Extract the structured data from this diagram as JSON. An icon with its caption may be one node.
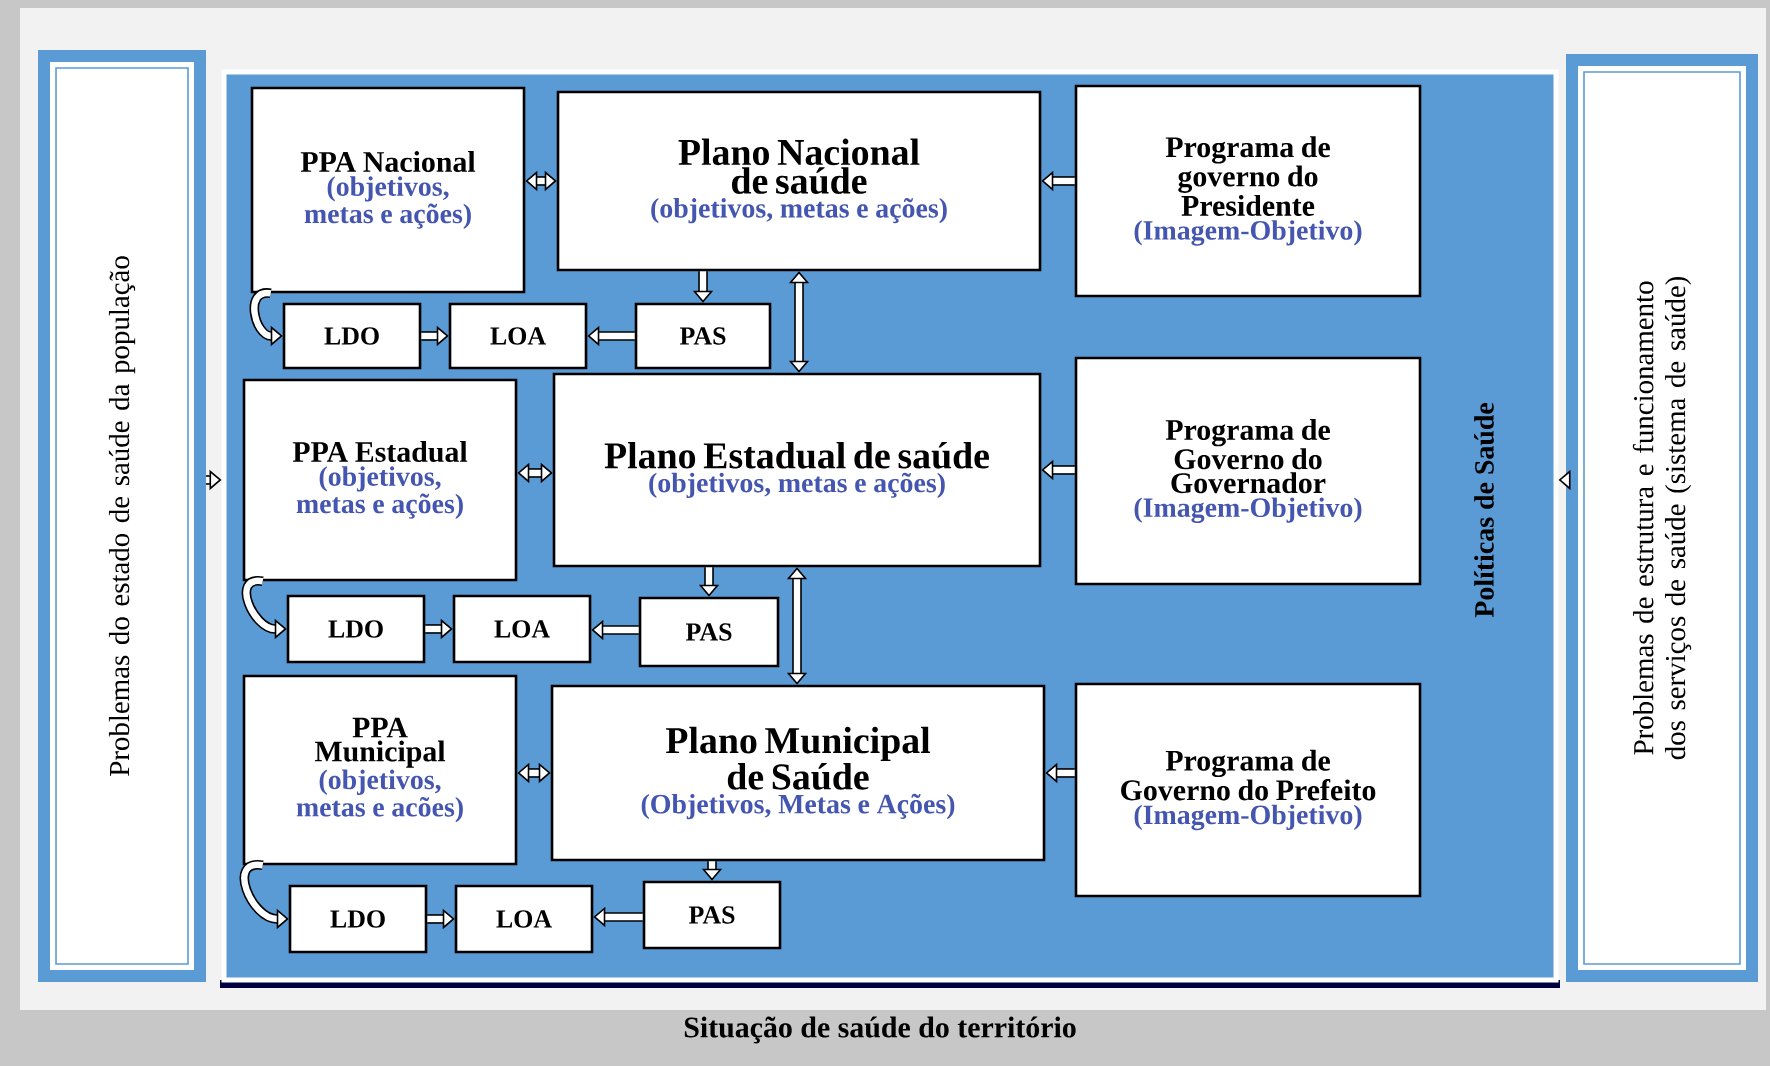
{
  "diagram": {
    "caption": "Situação de saúde do território",
    "nodes": [
      {
        "text": [
          "Políticas de Saúde"
        ]
      },
      {
        "text": [
          "Problemas do estado de saúde da população"
        ]
      },
      {
        "text": [
          "Problemas de estrutura e funcionamento dos serviços de saúde (sistema de saúde)"
        ]
      },
      {
        "text": [
          "PPA Nacional",
          "(objetivos, metas e ações)"
        ],
        "in": 0
      },
      {
        "text": [
          "Plano Nacional de saúde",
          "(objetivos,  metas e ações)"
        ],
        "in": 0
      },
      {
        "text": [
          "Programa de governo do Presidente",
          "(Imagem-Objetivo)"
        ],
        "in": 0
      },
      {
        "text": [
          "LDO"
        ],
        "in": 0
      },
      {
        "text": [
          "LOA"
        ],
        "in": 0
      },
      {
        "text": [
          "PAS"
        ],
        "in": 0
      },
      {
        "text": [
          "PPA Estadual",
          "(objetivos, metas e ações)"
        ],
        "in": 0
      },
      {
        "text": [
          "Plano Estadual de saúde",
          "(objetivos,  metas e ações)"
        ],
        "in": 0
      },
      {
        "text": [
          "Programa de Governo do Governador",
          "(Imagem-Objetivo)"
        ],
        "in": 0
      },
      {
        "text": [
          "LDO"
        ],
        "in": 0
      },
      {
        "text": [
          "LOA"
        ],
        "in": 0
      },
      {
        "text": [
          "PAS"
        ],
        "in": 0
      },
      {
        "text": [
          "PPA Municipal",
          "(objetivos, metas e acões)"
        ],
        "in": 0
      },
      {
        "text": [
          "Plano Municipal de Saúde",
          "(Objetivos,  Metas e Ações)"
        ],
        "in": 0
      },
      {
        "text": [
          "Programa de Governo do Prefeito",
          "(Imagem-Objetivo)"
        ],
        "in": 0
      },
      {
        "text": [
          "LDO"
        ],
        "in": 0
      },
      {
        "text": [
          "LOA"
        ],
        "in": 0
      },
      {
        "text": [
          "PAS"
        ],
        "in": 0
      }
    ],
    "edges": [
      {
        "from": 1,
        "to": 0,
        "arrow": "to"
      },
      {
        "from": 2,
        "to": 0,
        "arrow": "to"
      },
      {
        "from": 3,
        "to": 4,
        "arrow": "both"
      },
      {
        "from": 5,
        "to": 4,
        "arrow": "to"
      },
      {
        "from": 4,
        "to": 8,
        "arrow": "to"
      },
      {
        "from": 8,
        "to": 7,
        "arrow": "to"
      },
      {
        "from": 6,
        "to": 7,
        "arrow": "to"
      },
      {
        "from": 3,
        "to": 6,
        "arrow": "to"
      },
      {
        "from": 4,
        "to": 10,
        "arrow": "both"
      },
      {
        "from": 9,
        "to": 10,
        "arrow": "both"
      },
      {
        "from": 11,
        "to": 10,
        "arrow": "to"
      },
      {
        "from": 10,
        "to": 14,
        "arrow": "to"
      },
      {
        "from": 14,
        "to": 13,
        "arrow": "to"
      },
      {
        "from": 12,
        "to": 13,
        "arrow": "to"
      },
      {
        "from": 9,
        "to": 12,
        "arrow": "to"
      },
      {
        "from": 10,
        "to": 16,
        "arrow": "both"
      },
      {
        "from": 15,
        "to": 16,
        "arrow": "both"
      },
      {
        "from": 17,
        "to": 16,
        "arrow": "to"
      },
      {
        "from": 16,
        "to": 20,
        "arrow": "to"
      },
      {
        "from": 20,
        "to": 19,
        "arrow": "to"
      },
      {
        "from": 18,
        "to": 19,
        "arrow": "to"
      },
      {
        "from": 15,
        "to": 18,
        "arrow": "to"
      }
    ]
  }
}
